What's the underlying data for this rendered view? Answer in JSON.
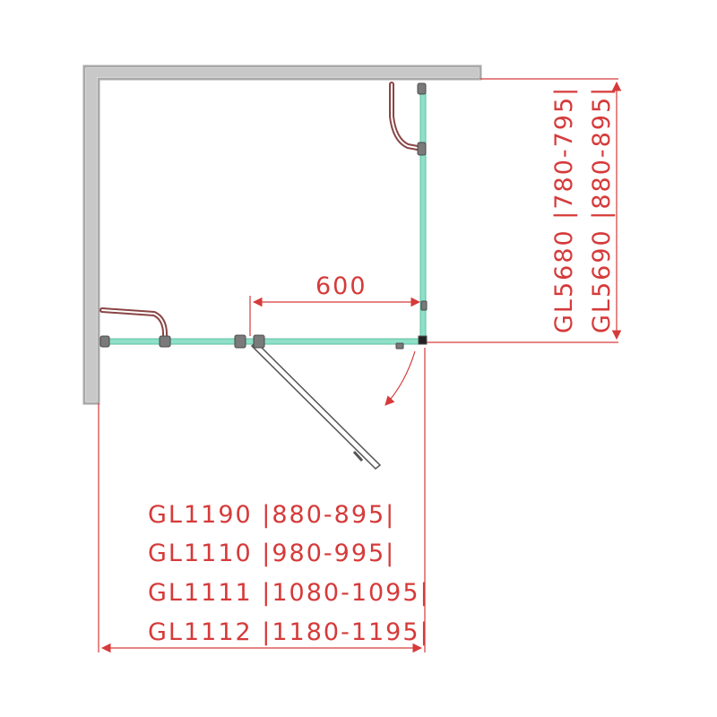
{
  "colors": {
    "wall": "#a9a9a9",
    "glass": "#8fe0c8",
    "dimension": "#d63a3a",
    "hardware": "#7a7a7a",
    "towel_bar": "#8a4545"
  },
  "labels": {
    "door_width": "600",
    "side_panel": [
      "GL5680 |780-795|",
      "GL5690 |880-895|"
    ],
    "front_panel": [
      "GL1190 |880-895|",
      "GL1110 |980-995|",
      "GL1111 |1080-1095|",
      "GL1112 |1180-1195|"
    ]
  }
}
